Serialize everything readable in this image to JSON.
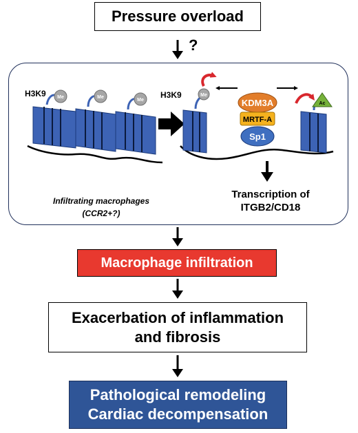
{
  "pressure_overload": "Pressure overload",
  "question_mark": "?",
  "mechanism": {
    "h3k9_left": "H3K9",
    "h3k9_right": "H3K9",
    "me_mark": "Me",
    "ac_mark": "Ac",
    "kdm3a": "KDM3A",
    "mrtfa": "MRTF-A",
    "sp1": "Sp1",
    "macrophage_line1": "Infiltrating macrophages",
    "macrophage_line2": "(CCR2+?)",
    "transcription_line1": "Transcription of",
    "transcription_line2": "ITGB2/CD18"
  },
  "macrophage_infiltration": "Macrophage infiltration",
  "exacerbation": [
    "Exacerbation of inflammation",
    "and fibrosis"
  ],
  "outcome": [
    "Pathological remodeling",
    "Cardiac decompensation"
  ],
  "colors": {
    "nucleosome": "#3d63b5",
    "kdm3a": "#e27d2a",
    "mrtfa": "#f5b21e",
    "sp1": "#3f6fc0",
    "infiltration_box": "#e8392f",
    "outcome_box": "#2f5597",
    "ac_triangle": "#76b23a",
    "curved_arrow": "#d8272d"
  }
}
